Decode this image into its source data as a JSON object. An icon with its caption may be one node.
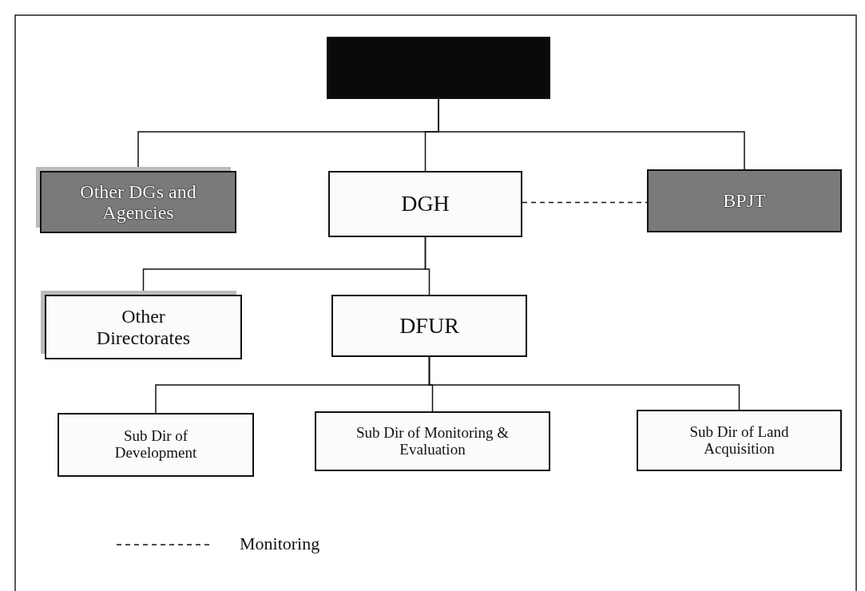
{
  "diagram": {
    "nodes": [
      {
        "text": [],
        "shape": "box"
      },
      {
        "text": [
          "Other DGs and Agencies"
        ]
      },
      {
        "text": [
          "DGH"
        ]
      },
      {
        "text": [
          "BPJT"
        ]
      },
      {
        "text": [
          "Other Directorates"
        ]
      },
      {
        "text": [
          "DFUR"
        ]
      },
      {
        "text": [
          "Sub Dir of Development"
        ]
      },
      {
        "text": [
          "Sub Dir of Monitoring & Evaluation"
        ]
      },
      {
        "text": [
          "Sub Dir of Land Acquisition"
        ]
      }
    ],
    "edges": [
      {
        "from": 0,
        "to": 1,
        "arrow": "none"
      },
      {
        "from": 0,
        "to": 2,
        "arrow": "none"
      },
      {
        "from": 0,
        "to": 3,
        "arrow": "none"
      },
      {
        "from": 2,
        "to": 3,
        "arrow": "none",
        "style": "dashed"
      },
      {
        "from": 2,
        "to": 4,
        "arrow": "none"
      },
      {
        "from": 2,
        "to": 5,
        "arrow": "none"
      },
      {
        "from": 5,
        "to": 6,
        "arrow": "none"
      },
      {
        "from": 5,
        "to": 7,
        "arrow": "none"
      },
      {
        "from": 5,
        "to": 8,
        "arrow": "none"
      }
    ],
    "legend": [
      {
        "text": "Monitoring"
      }
    ]
  }
}
